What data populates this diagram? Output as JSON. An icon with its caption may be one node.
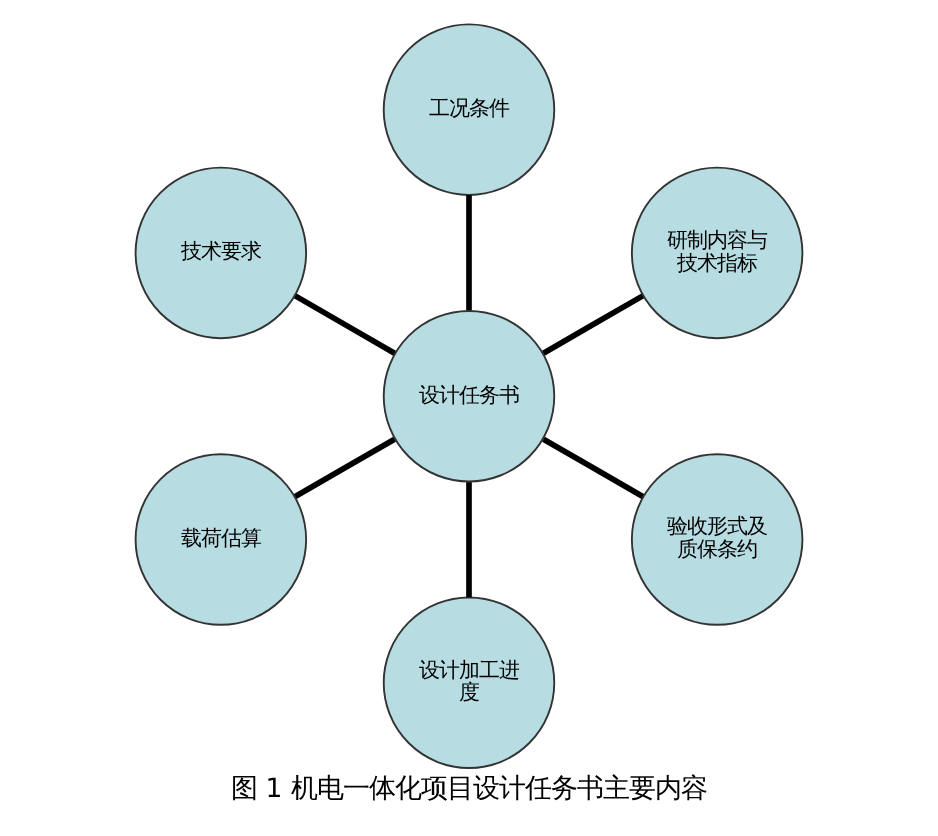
{
  "diagram": {
    "caption": "图 1 机电一体化项目设计任务书主要内容",
    "nodes": [
      {
        "text": [
          "设计任务书"
        ]
      },
      {
        "text": [
          "研制内容与技术指标"
        ]
      },
      {
        "text": [
          "工况条件"
        ]
      },
      {
        "text": [
          "技术要求"
        ]
      },
      {
        "text": [
          "载荷估算"
        ]
      },
      {
        "text": [
          "设计加工进度"
        ]
      },
      {
        "text": [
          "验收形式及质保条约"
        ]
      }
    ],
    "edges": [
      {
        "from": 0,
        "to": 1,
        "arrow": "none"
      },
      {
        "from": 0,
        "to": 2,
        "arrow": "none"
      },
      {
        "from": 0,
        "to": 3,
        "arrow": "none"
      },
      {
        "from": 0,
        "to": 4,
        "arrow": "none"
      },
      {
        "from": 0,
        "to": 5,
        "arrow": "none"
      },
      {
        "from": 0,
        "to": 6,
        "arrow": "none"
      }
    ]
  }
}
